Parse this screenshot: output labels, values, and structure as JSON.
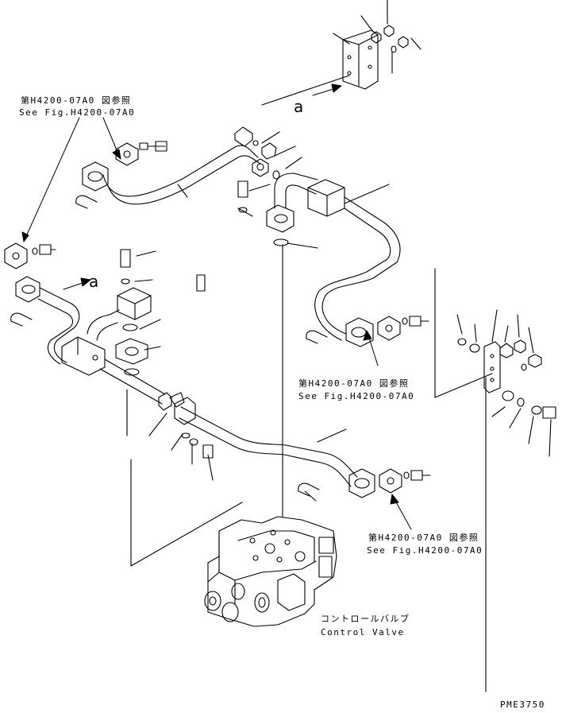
{
  "diagram": {
    "ref_labels": [
      {
        "jp": "第H4200-07A0 図参照",
        "en": "See Fig.H4200-07A0"
      },
      {
        "jp": "第H4200-07A0 図参照",
        "en": "See Fig.H4200-07A0"
      },
      {
        "jp": "第H4200-07A0 図参照",
        "en": "See Fig.H4200-07A0"
      }
    ],
    "view_marker": "a",
    "control_valve": {
      "jp": "コントロールバルブ",
      "en": "Control Valve"
    },
    "figure_id": "PME3750"
  }
}
